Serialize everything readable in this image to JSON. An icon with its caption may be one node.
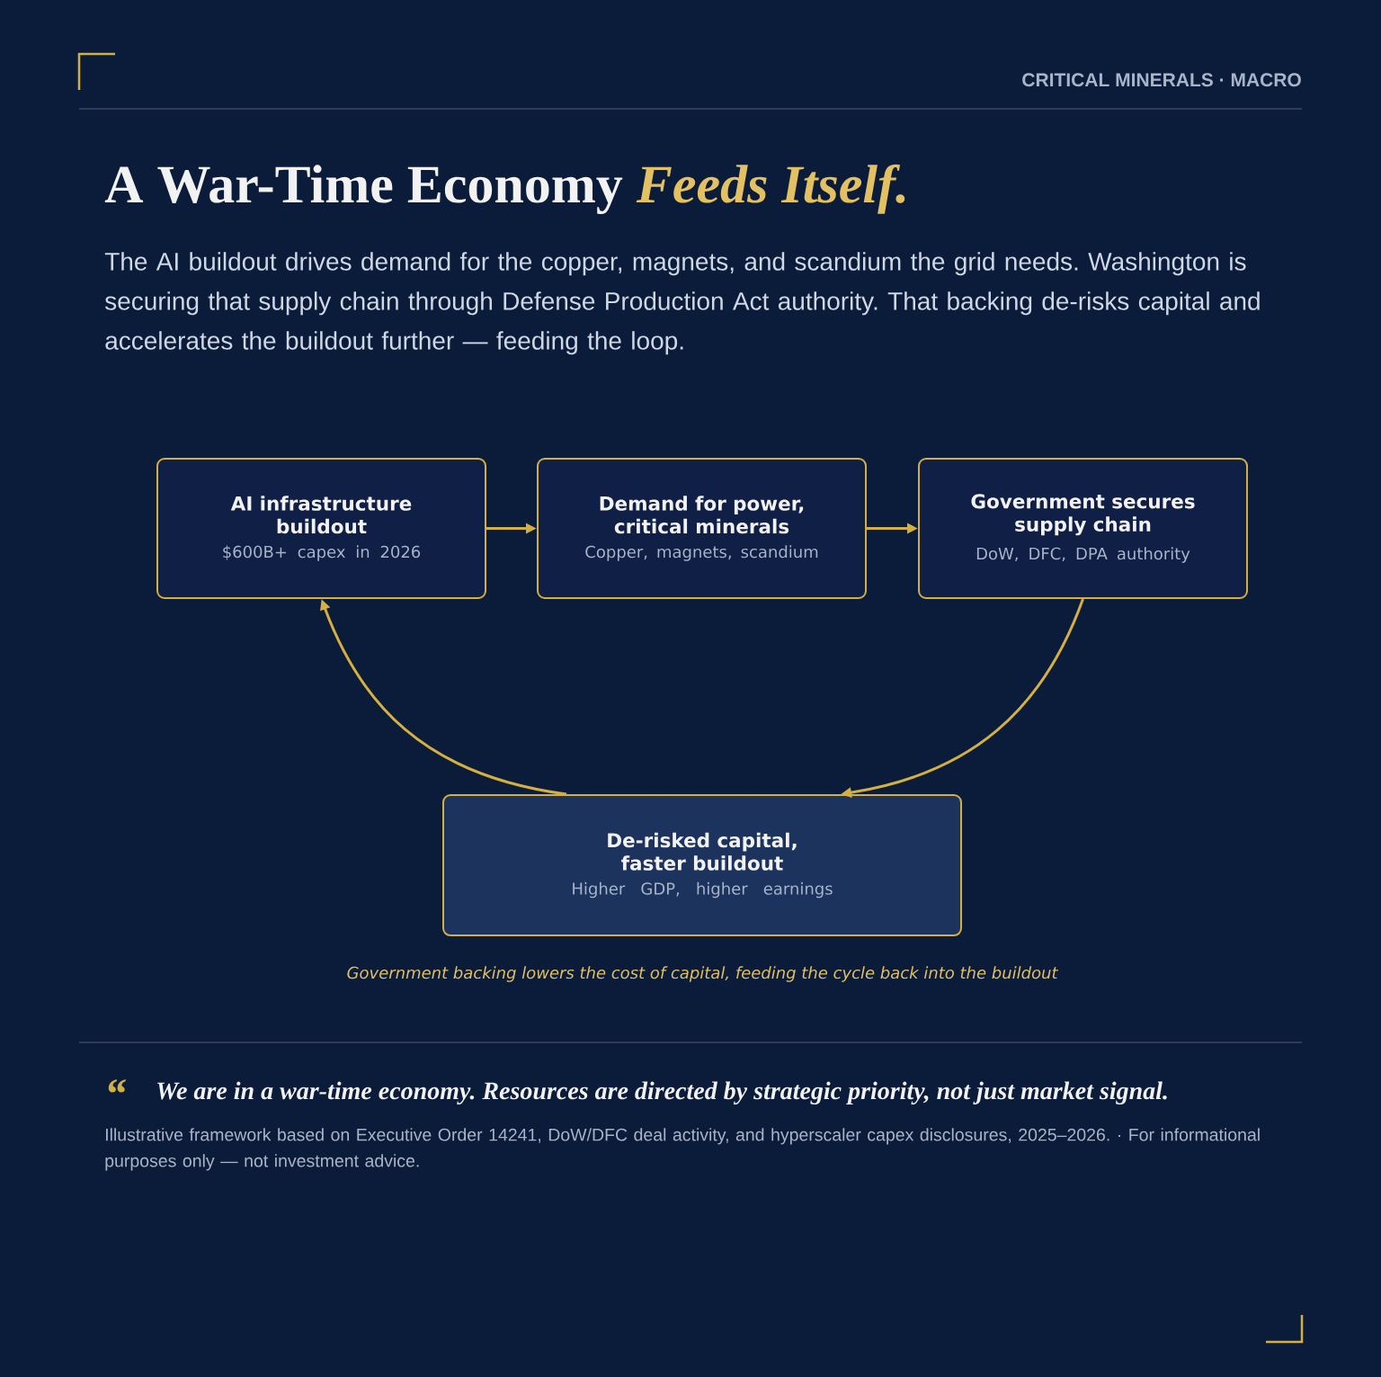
{
  "diagram": {
    "title": "A War-Time Economy *Feeds Itself.*",
    "caption": "Government backing lowers the cost of capital, feeding the cycle back into the buildout",
    "nodes": [
      {
        "text": [
          "AI infrastructure buildout",
          "$600B+ capex in 2026"
        ]
      },
      {
        "text": [
          "Demand for power, critical minerals",
          "Copper, magnets, scandium"
        ]
      },
      {
        "text": [
          "Government secures supply chain",
          "DoW, DFC, DPA authority"
        ]
      },
      {
        "text": [
          "De-risked capital, faster buildout",
          "Higher GDP, higher earnings"
        ]
      }
    ],
    "edges": [
      {
        "from": 0,
        "to": 1,
        "arrow": "to"
      },
      {
        "from": 1,
        "to": 2,
        "arrow": "to"
      },
      {
        "from": 2,
        "to": 3,
        "arrow": "to"
      },
      {
        "from": 3,
        "to": 0,
        "arrow": "to"
      }
    ],
    "labels": [
      "CRITICAL MINERALS · MACRO",
      "The AI buildout drives demand for the copper, magnets, and scandium the grid needs. Washington is securing that supply chain through Defense Production Act authority. That backing de-risks capital and accelerates the buildout further — feeding the loop.",
      "“",
      "We are in a war-time economy. Resources are directed by strategic priority, not just market signal.",
      "Illustrative framework based on Executive Order 14241, DoW/DFC deal activity, and hyperscaler capex disclosures, 2025–2026. · For informational purposes only — not investment advice."
    ]
  }
}
